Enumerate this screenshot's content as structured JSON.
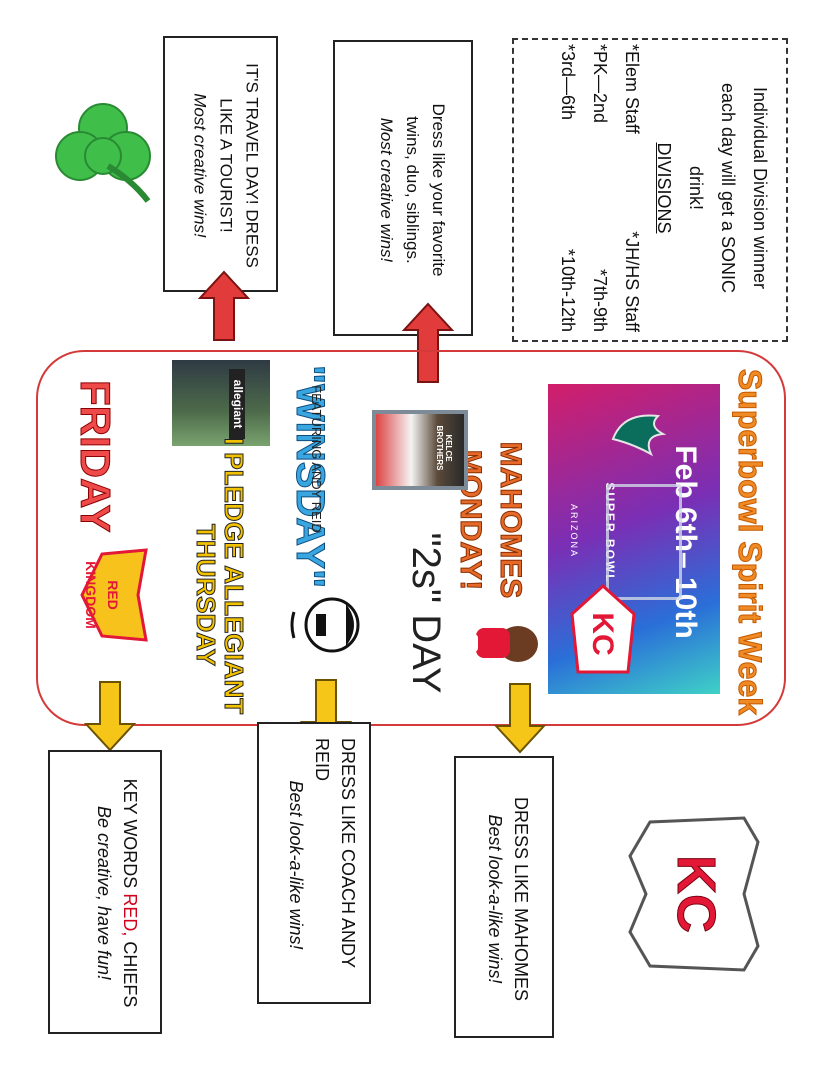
{
  "colors": {
    "arrow_red": "#e23b3b",
    "arrow_yellow": "#f5c518",
    "chiefs_red": "#e31837",
    "shamrock": "#3fbf4a",
    "title_orange": "#f08a24"
  },
  "info_box": {
    "line1": "Individual Division winner",
    "line2": "each day will get a SONIC",
    "line3": "drink!",
    "divisions_heading": "DIVISIONS",
    "row1_left": "*Elem Staff",
    "row1_right": "*JH/HS Staff",
    "row2_left": "*PK—2nd",
    "row2_right": "*7th-9th",
    "row3_left": "*3rd—6th",
    "row3_right": "*10th-12th"
  },
  "twins_box": {
    "line1": "Dress like your favorite",
    "line2": "twins, duo, siblings.",
    "line3": "Most creative wins!"
  },
  "travel_box": {
    "line1": "IT'S TRAVEL DAY! DRESS",
    "line2": "LIKE A TOURIST!",
    "line3": "Most creative wins!"
  },
  "mahomes_box": {
    "line1": "DRESS LIKE MAHOMES",
    "line2": "Best look-a-like wins!"
  },
  "coach_box": {
    "line1": "DRESS LIKE COACH ANDY",
    "line2": "REID",
    "line3": "Best look-a-like wins!"
  },
  "friday_box": {
    "line1_prefix": "KEY WORDS ",
    "line1_red": "RED,",
    "line1_suffix": " CHIEFS",
    "line2": "Be creative, have fun!"
  },
  "banner": {
    "title": "Superbowl Spirit Week",
    "dates": "Feb 6th– 10th",
    "super_bowl": "SUPER BOWL",
    "arizona": "ARIZONA",
    "logo_letters": "KC"
  },
  "days": {
    "monday": "MAHOMES MONDAY!",
    "tuesday": "\"2s\" DAY",
    "wednesday": "\"WINSDAY\"",
    "wednesday_sub": "FEATURING ANDY REID",
    "thursday_line1": "I PLEDGE ALLEGIANT",
    "thursday_line2": "THURSDAY",
    "friday": "FRIDAY",
    "red_kingdom": "RED KINGDOM",
    "allegiant_sign": "allegiant",
    "kelce_brothers": "KELCE BROTHERS"
  },
  "corner_logo_letters": "KC"
}
